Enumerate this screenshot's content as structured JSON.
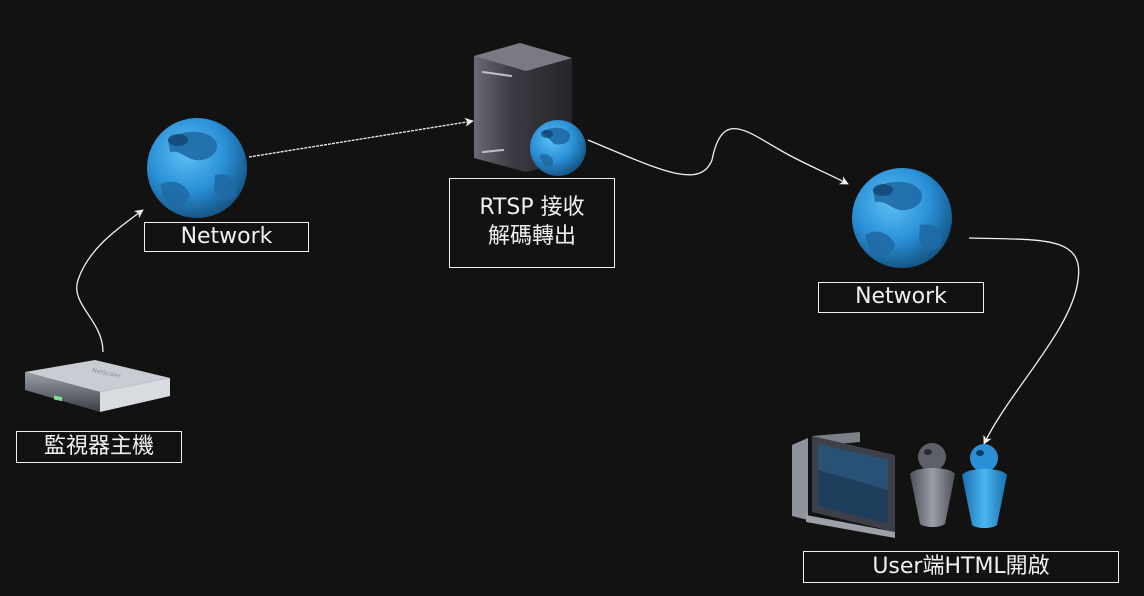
{
  "nodes": {
    "dvr": {
      "label": "監視器主機"
    },
    "network_left": {
      "label": "Network"
    },
    "rtsp_server": {
      "label_line1": "RTSP 接收",
      "label_line2": "解碼轉出"
    },
    "network_right": {
      "label": "Network"
    },
    "user": {
      "label": "User端HTML開啟"
    }
  },
  "colors": {
    "background": "#121212",
    "edge": "#f0f0f0",
    "globe": "#3aa0e0",
    "server": "#3a3a40"
  },
  "icons": {
    "dvr": "rack-appliance-icon",
    "network": "globe-icon",
    "server": "server-tower-icon",
    "monitor": "monitor-icon",
    "users": "users-icon"
  }
}
